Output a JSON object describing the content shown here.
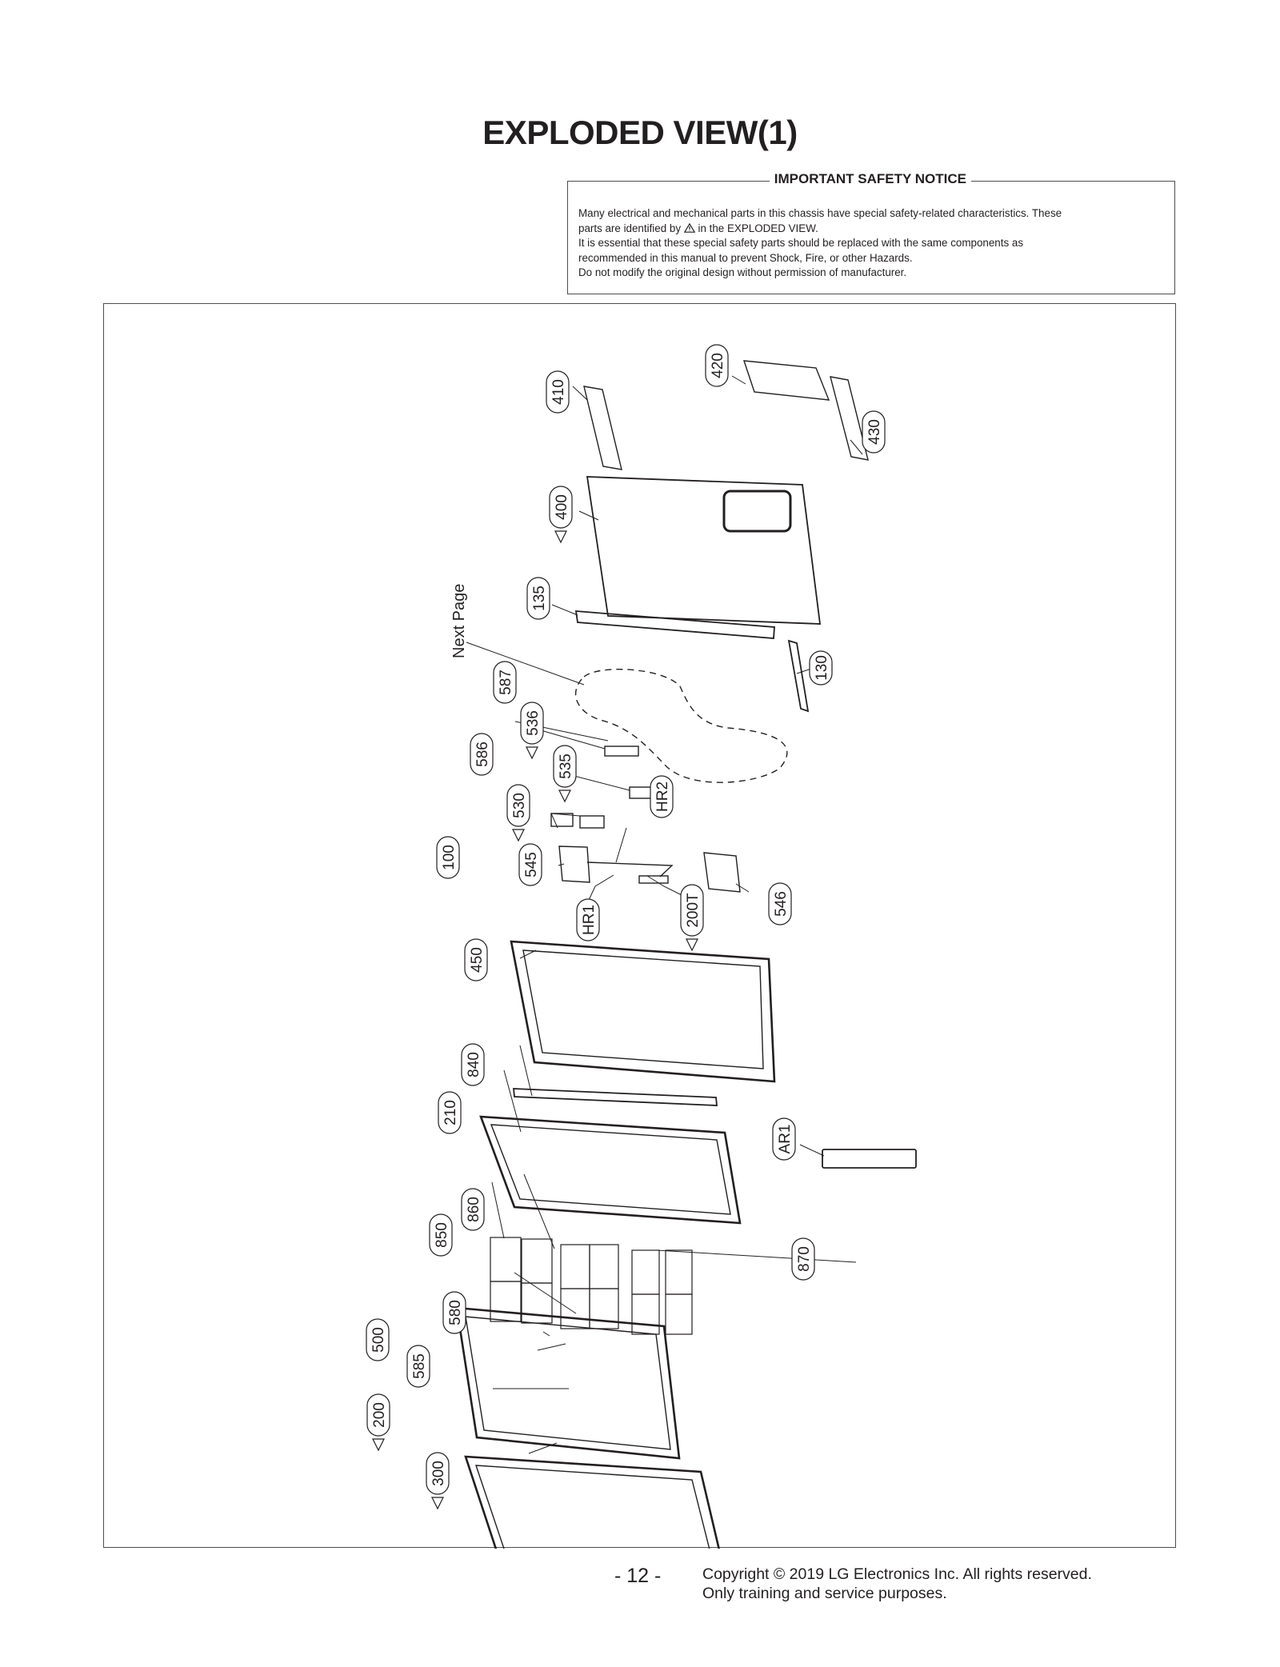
{
  "title": "EXPLODED VIEW(1)",
  "notice": {
    "heading": "IMPORTANT SAFETY NOTICE",
    "line1": "Many electrical and mechanical parts in this chassis have special safety-related characteristics. These",
    "line2_pre": "parts are identified by",
    "line2_post": "in the EXPLODED VIEW.",
    "line3": "It is essential that these special safety parts should be replaced with the same components as",
    "line4": "recommended in this manual to prevent Shock, Fire, or other Hazards.",
    "line5": "Do not modify the original design without permission of manufacturer."
  },
  "diagram": {
    "next_page_label": "Next Page",
    "part_labels": [
      "420",
      "410",
      "430",
      "400",
      "135",
      "130",
      "587",
      "536",
      "586",
      "535",
      "530",
      "100",
      "545",
      "HR2",
      "HR1",
      "200T",
      "546",
      "450",
      "840",
      "210",
      "AR1",
      "860",
      "850",
      "870",
      "580",
      "500",
      "585",
      "200",
      "300"
    ],
    "safety_parts": [
      "400",
      "536",
      "535",
      "530",
      "200T",
      "200",
      "300"
    ]
  },
  "footer": {
    "page_number": "- 12 -",
    "copyright": "Copyright © 2019 LG Electronics Inc. All rights reserved.",
    "purpose": "Only training and service purposes."
  }
}
